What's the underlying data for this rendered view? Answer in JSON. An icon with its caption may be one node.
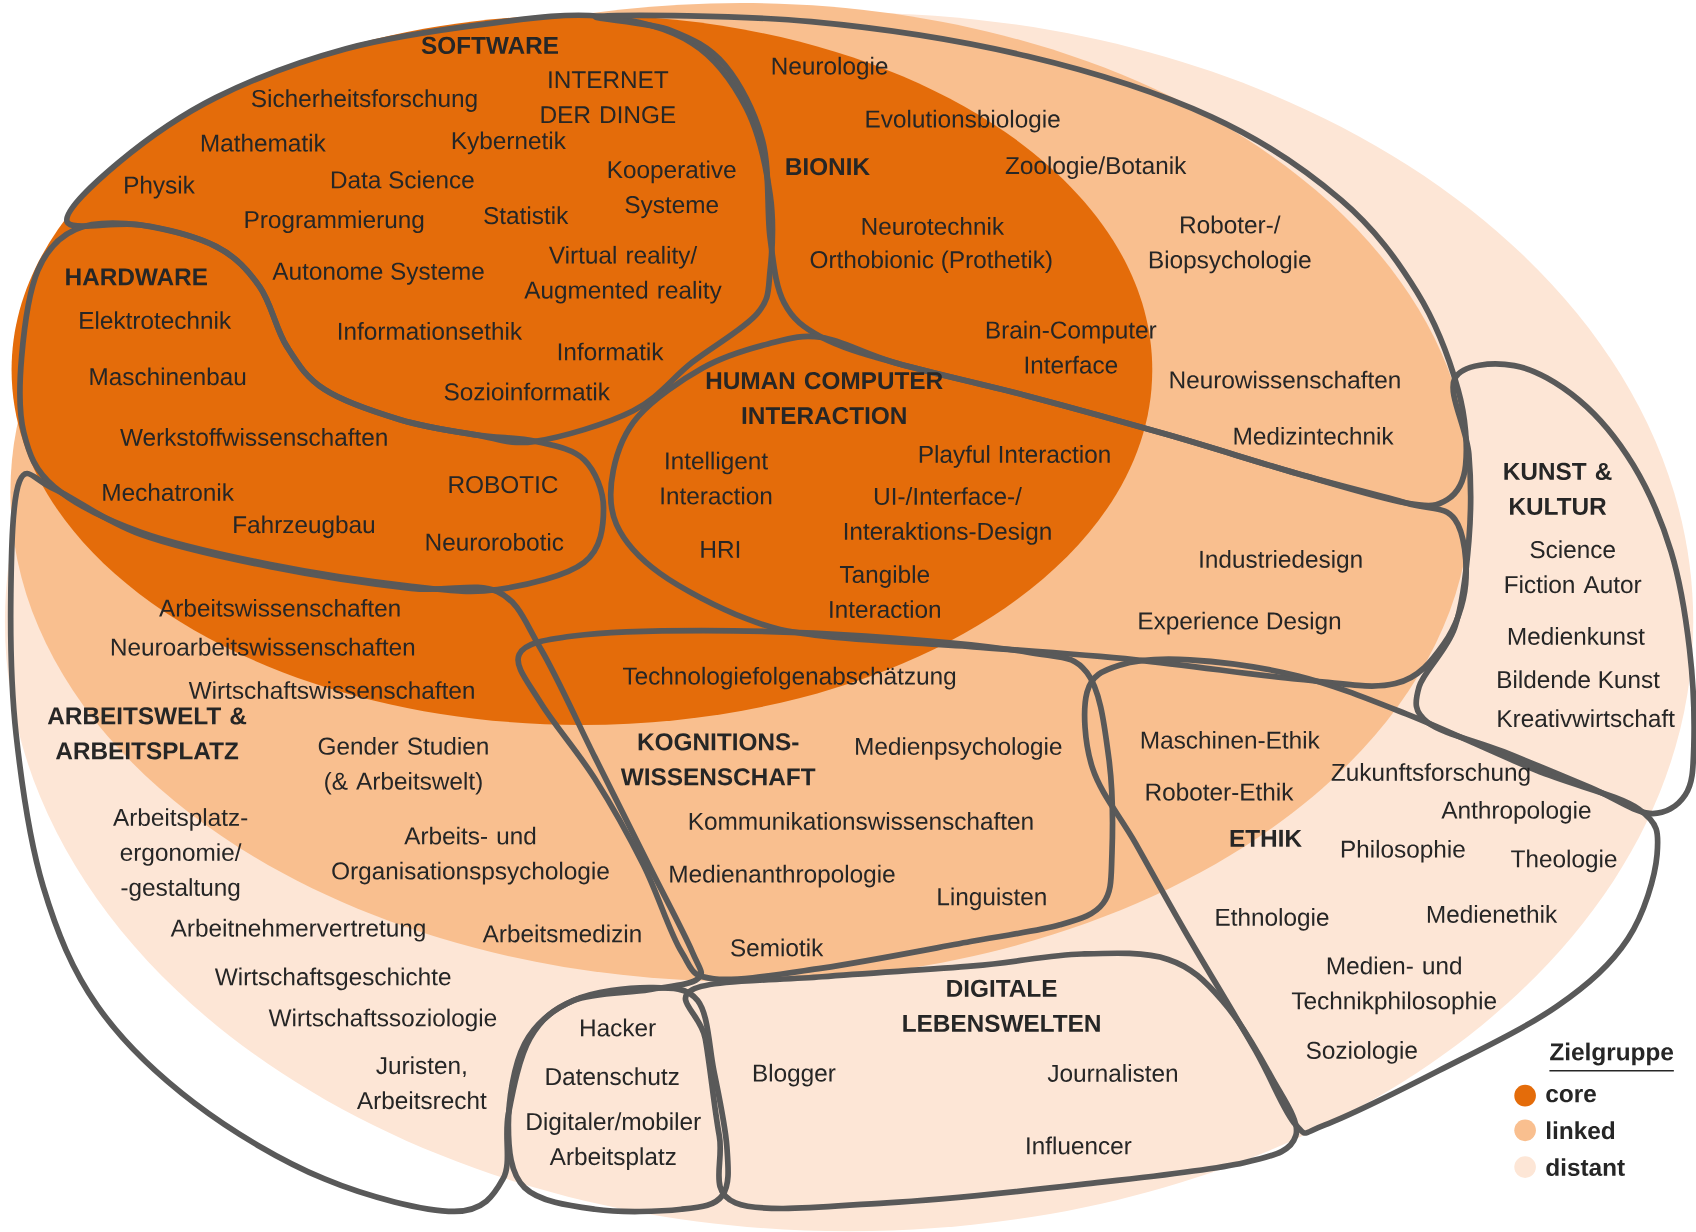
{
  "diagram": {
    "nodes": [
      {
        "text": [
          "SOFTWARE",
          "INTERNET DER DINGE",
          "Sicherheitsforschung",
          "Mathematik",
          "Kybernetik",
          "Physik",
          "Data Science",
          "Kooperative Systeme",
          "Programmierung",
          "Statistik",
          "Virtual reality/ Augmented reality",
          "Autonome Systeme",
          "Informationsethik",
          "Informatik",
          "Sozioinformatik"
        ]
      },
      {
        "text": [
          "HARDWARE",
          "Elektrotechnik",
          "Maschinenbau",
          "Werkstoffwissenschaften",
          "Mechatronik",
          "ROBOTIC",
          "Fahrzeugbau",
          "Neurorobotic"
        ]
      },
      {
        "text": [
          "BIONIK",
          "Neurologie",
          "Evolutionsbiologie",
          "Zoologie/Botanik",
          "Neurotechnik",
          "Orthobionic (Prothetik)",
          "Roboter-/ Biopsychologie",
          "Brain-Computer Interface",
          "Neurowissenschaften",
          "Medizintechnik"
        ]
      },
      {
        "text": [
          "HUMAN COMPUTER INTERACTION",
          "Intelligent Interaction",
          "Playful Interaction",
          "UI-/Interface-/ Interaktions-Design",
          "HRI",
          "Tangible Interaction",
          "Industriedesign",
          "Experience Design"
        ]
      },
      {
        "text": [
          "KUNST & KULTUR",
          "Science Fiction Autor",
          "Medienkunst",
          "Bildende Kunst",
          "Kreativwirtschaft"
        ]
      },
      {
        "text": [
          "ARBEITSWELT & ARBEITSPLATZ",
          "Arbeitswissenschaften",
          "Neuroarbeitswissenschaften",
          "Wirtschaftswissenschaften",
          "Gender Studien (& Arbeitswelt)",
          "Arbeitsplatz- ergonomie/ -gestaltung",
          "Arbeits- und Organisationspsychologie",
          "Arbeitnehmervertretung",
          "Arbeitsmedizin",
          "Wirtschaftsgeschichte",
          "Wirtschaftssoziologie",
          "Juristen, Arbeitsrecht"
        ]
      },
      {
        "text": [
          "KOGNITIONS- WISSENSCHAFT",
          "Technologiefolgenabschätzung",
          "Medienpsychologie",
          "Kommunikationswissenschaften",
          "Medienanthropologie",
          "Linguisten",
          "Semiotik"
        ]
      },
      {
        "text": [
          "ETHIK",
          "Maschinen-Ethik",
          "Roboter-Ethik",
          "Zukunftsforschung",
          "Anthropologie",
          "Philosophie",
          "Theologie",
          "Ethnologie",
          "Medienethik",
          "Medien- und Technikphilosophie",
          "Soziologie"
        ]
      },
      {
        "text": [
          "Hacker",
          "Datenschutz",
          "Digitaler/mobiler Arbeitsplatz"
        ]
      },
      {
        "text": [
          "DIGITALE LEBENSWELTEN",
          "Blogger",
          "Journalisten",
          "Influencer"
        ]
      }
    ],
    "labels": [
      "Zielgruppe"
    ],
    "legend": [
      {
        "text": "core",
        "color": "#e46c0a"
      },
      {
        "text": "linked",
        "color": "#f9bf8f"
      },
      {
        "text": "distant",
        "color": "#fde6d6"
      }
    ]
  }
}
